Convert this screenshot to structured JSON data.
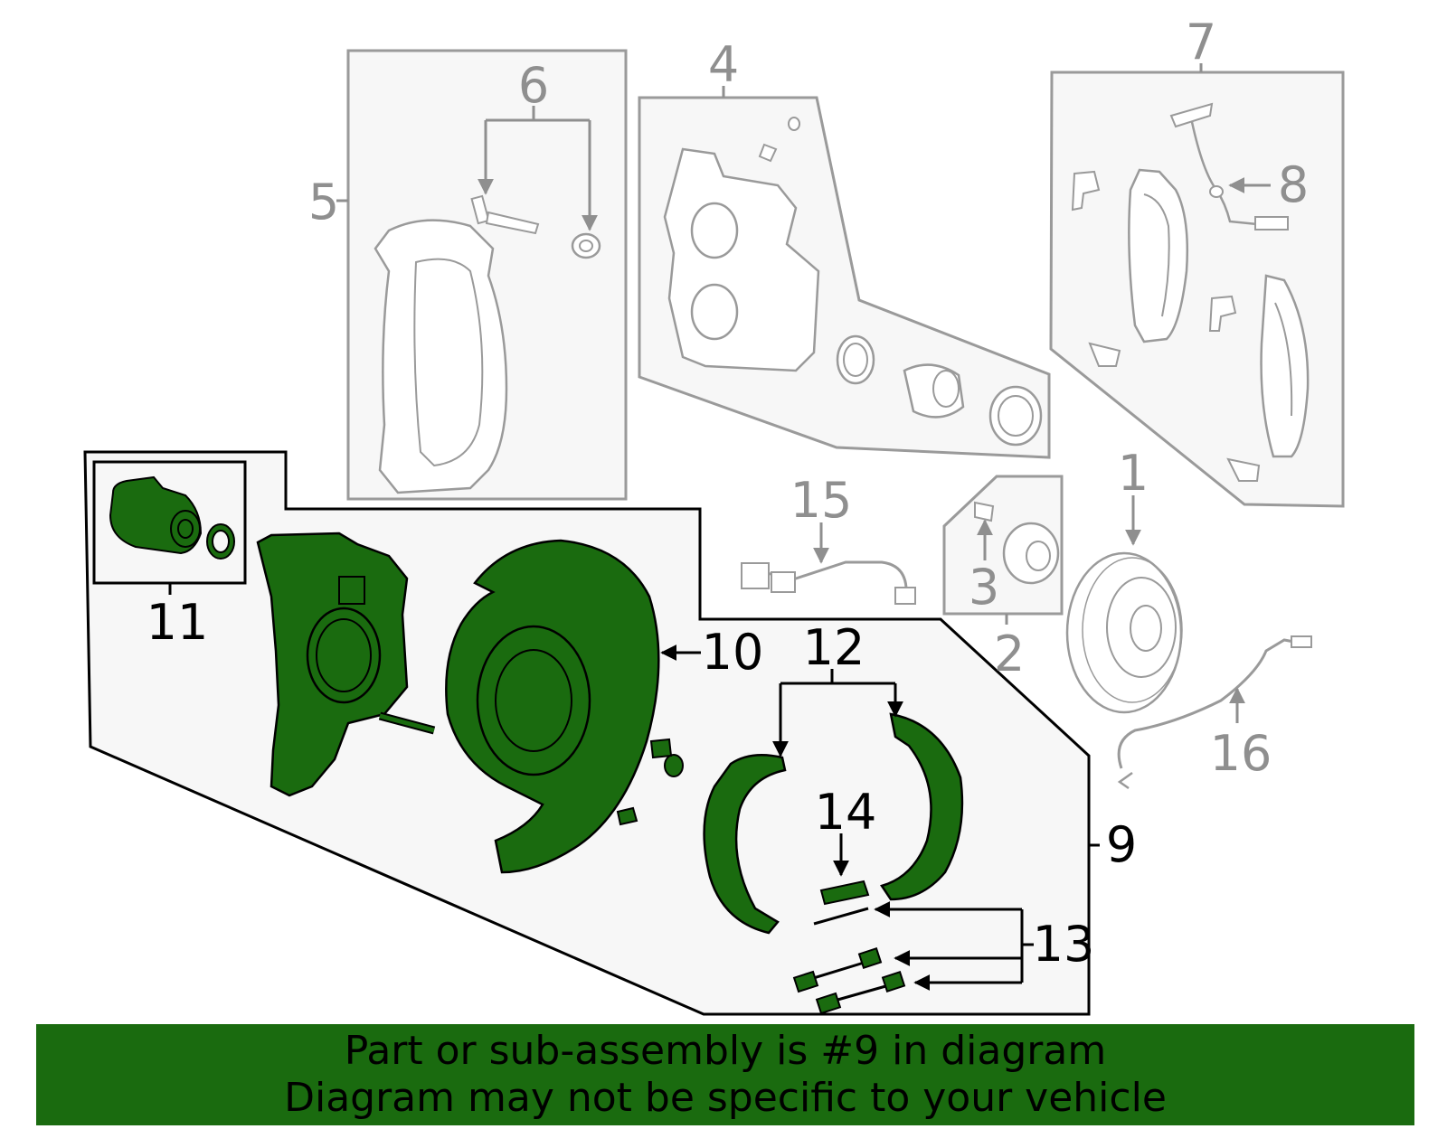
{
  "callouts": {
    "c1": "1",
    "c2": "2",
    "c3": "3",
    "c4": "4",
    "c5": "5",
    "c6": "6",
    "c7": "7",
    "c8": "8",
    "c9": "9",
    "c10": "10",
    "c11": "11",
    "c12": "12",
    "c13": "13",
    "c14": "14",
    "c15": "15",
    "c16": "16"
  },
  "banner": {
    "line1": "Part or sub-assembly is #9 in diagram",
    "line2": "Diagram may not be specific to your vehicle"
  },
  "colors": {
    "highlight": "#1a6b0f",
    "outline_grey": "#9a9a9a",
    "panel_fill": "#f7f7f7"
  }
}
